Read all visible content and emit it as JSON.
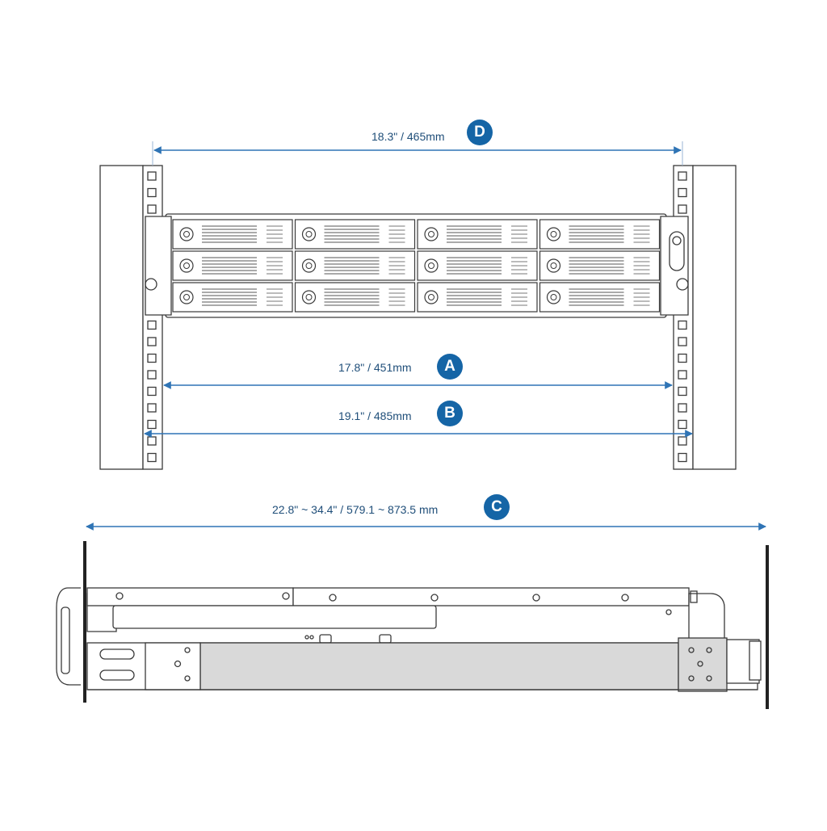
{
  "dimensions": {
    "d": {
      "label": "18.3\" / 465mm",
      "badge": "D"
    },
    "a": {
      "label": "17.8\" / 451mm",
      "badge": "A"
    },
    "b": {
      "label": "19.1\" / 485mm",
      "badge": "B"
    },
    "c": {
      "label": "22.8\" ~ 34.4\" / 579.1 ~ 873.5 mm",
      "badge": "C"
    }
  },
  "colors": {
    "dimension_line": "#2f74b5",
    "badge": "#1565a6",
    "outline": "#3a3a3a",
    "rail_fill": "#d9d9d9"
  },
  "drive_bays": {
    "rows": 3,
    "columns": 4
  }
}
